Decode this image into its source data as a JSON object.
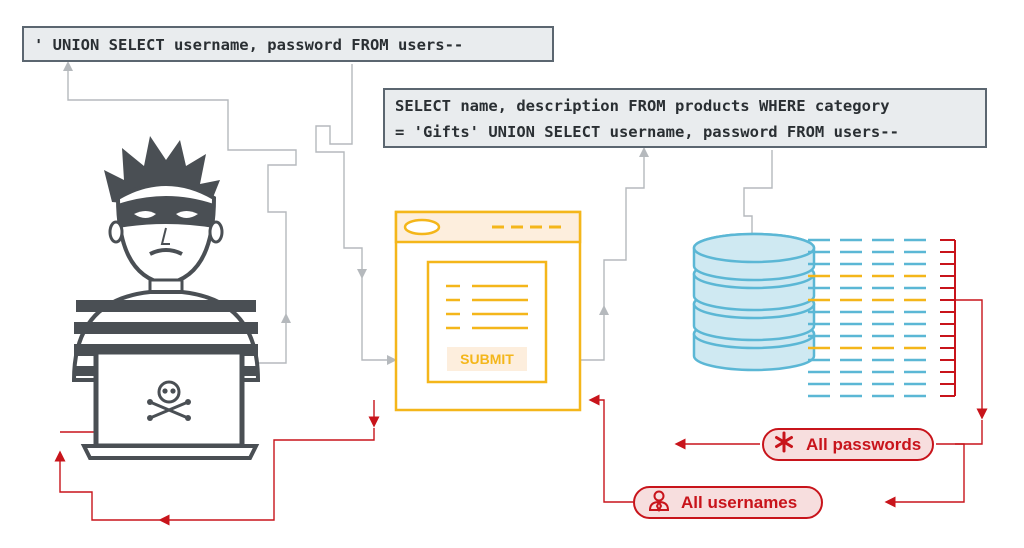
{
  "queries": {
    "injected": "' UNION SELECT username, password FROM users--",
    "full_line1": "SELECT name, description FROM products WHERE category",
    "full_line2": "= 'Gifts' UNION SELECT username, password FROM users--"
  },
  "form": {
    "submit_label": "SUBMIT"
  },
  "results": {
    "passwords_label": "All passwords",
    "usernames_label": "All usernames"
  },
  "icons": {
    "attacker": "masked-hacker-icon",
    "laptop": "laptop-skull-icon",
    "browser": "browser-window-icon",
    "database": "database-icon",
    "passwords": "asterisk-icon",
    "usernames": "user-icon"
  },
  "colors": {
    "attack_flow": "#b5b9bd",
    "result_flow": "#c8141b",
    "form_accent": "#f4b61a",
    "database": "#5bb7d5",
    "code_bg": "#e9ecee"
  }
}
